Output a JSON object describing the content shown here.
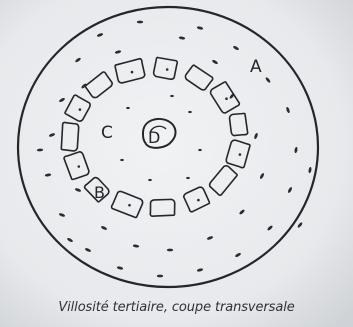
{
  "diagram": {
    "caption": "Villosité tertiaire, coupe transversale",
    "labels": {
      "a": "A",
      "b": "B",
      "c": "C",
      "d": "D"
    }
  },
  "colors": {
    "ink": "#24262a",
    "paper": "#eceef0",
    "paper_edge": "#c9ccd0"
  }
}
